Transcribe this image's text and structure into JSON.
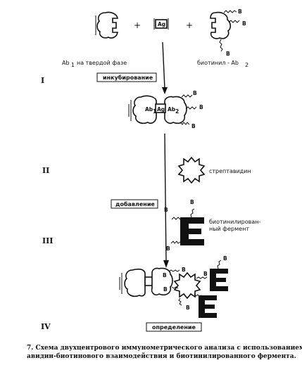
{
  "top": {
    "plus1": "+",
    "plus2": "+",
    "ag": "Ag",
    "ab1_text": "Ab",
    "ab1_sub": "1",
    "ab1_rest": "на твердой фазе",
    "biotinyl_text": "биотинил - Ab",
    "biotinyl_sub": "2",
    "b": "B"
  },
  "steps": {
    "roman_1": "I",
    "roman_2": "II",
    "roman_3": "III",
    "roman_4": "IV",
    "incubation": "инкубирование",
    "addition": "добавление",
    "detection": "определение"
  },
  "complex": {
    "ab1": "Ab",
    "ab1_sub": "1",
    "ag": "Ag",
    "ab2": "Ab",
    "ab2_sub": "2"
  },
  "streptavidin": "стрептавидин",
  "enzyme_line1": "биотинилирован-",
  "enzyme_line2": "ный фермент",
  "caption": {
    "line1": "7. Схема двухцентрового иммунометрического анализа с использованием",
    "line2": "авидин-биотинового взаимодействия и биотинилированного фермента."
  }
}
